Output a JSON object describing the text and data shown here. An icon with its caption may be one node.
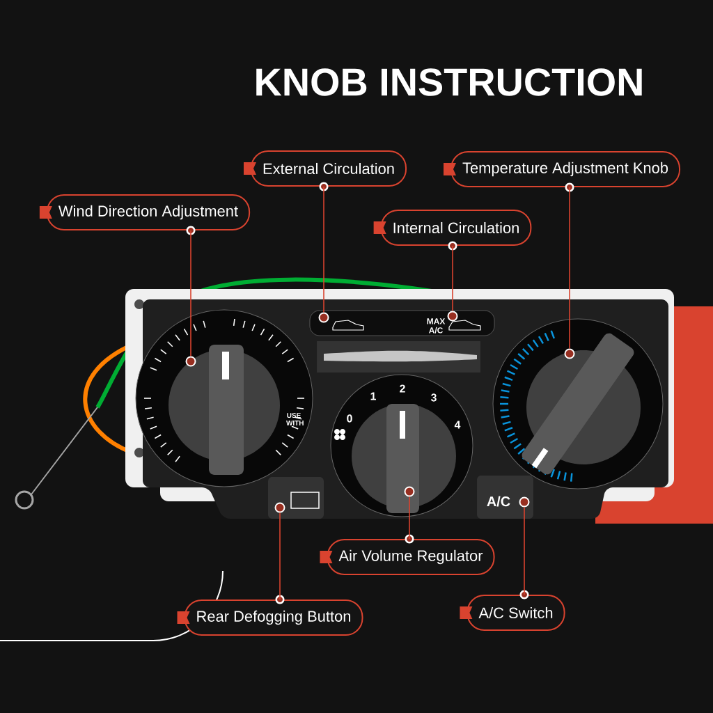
{
  "diagram": {
    "title": "KNOB INSTRUCTION",
    "nodes": [
      {
        "text": [
          "Wind Direction Adjustment"
        ]
      },
      {
        "text": [
          "External Circulation"
        ]
      },
      {
        "text": [
          "Temperature Adjustment Knob"
        ]
      },
      {
        "text": [
          "Internal Circulation"
        ]
      },
      {
        "text": [
          "Air Volume Regulator"
        ]
      },
      {
        "text": [
          "Rear Defogging Button"
        ]
      },
      {
        "text": [
          "A/C Switch"
        ]
      },
      {
        "text": [],
        "shape": "circle"
      },
      {
        "text": [],
        "shape": "circle"
      },
      {
        "text": [],
        "shape": "circle"
      },
      {
        "text": [],
        "shape": "circle"
      },
      {
        "text": [],
        "shape": "circle"
      },
      {
        "text": [],
        "shape": "circle"
      },
      {
        "text": [],
        "shape": "circle"
      }
    ],
    "edges": [
      {
        "from": 0,
        "to": 7,
        "arrow": "none"
      },
      {
        "from": 1,
        "to": 8,
        "arrow": "none"
      },
      {
        "from": 2,
        "to": 9,
        "arrow": "none"
      },
      {
        "from": 3,
        "to": 10,
        "arrow": "none"
      },
      {
        "from": 4,
        "to": 11,
        "arrow": "none"
      },
      {
        "from": 5,
        "to": 12,
        "arrow": "none"
      },
      {
        "from": 6,
        "to": 13,
        "arrow": "none"
      }
    ],
    "labels": [
      "MAX A/C",
      "0",
      "1",
      "2",
      "3",
      "4",
      "USE WITH",
      "A/C"
    ]
  }
}
